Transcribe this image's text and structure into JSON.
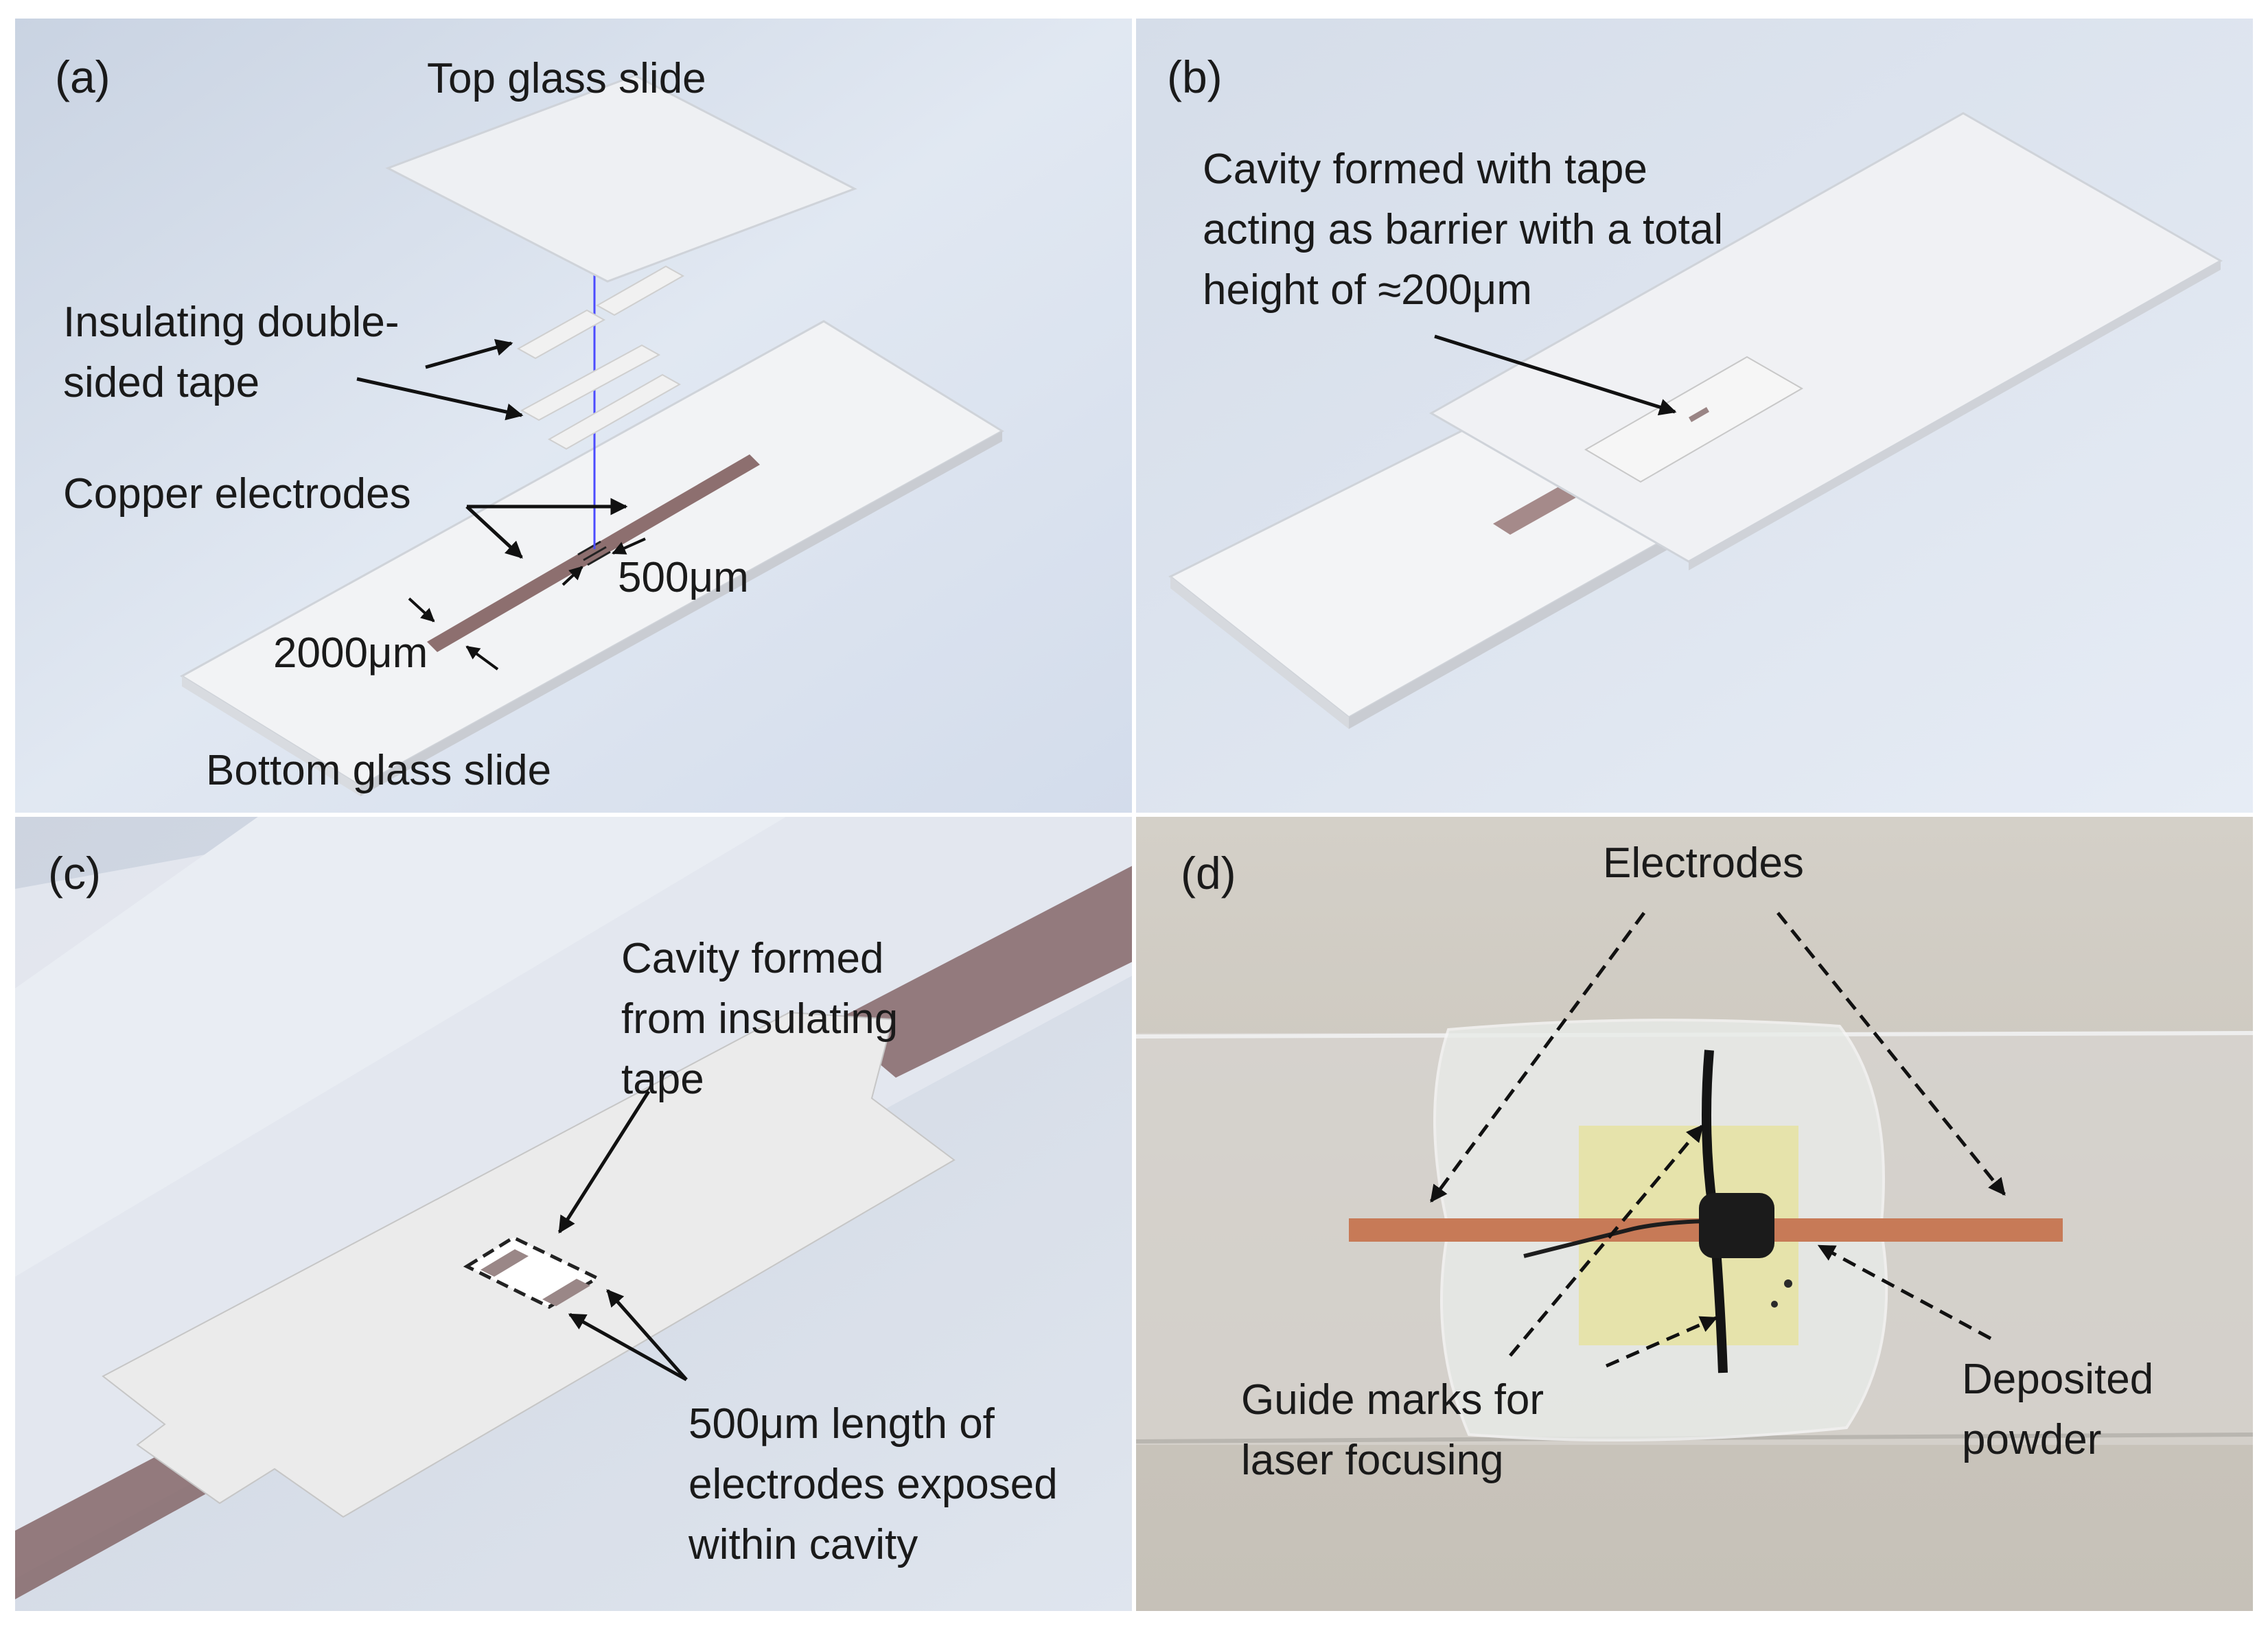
{
  "figure": {
    "colors": {
      "background_gradient_a": "#cfd8e6",
      "background_gradient_b": "#e6ecf5",
      "glass": "#f4f4f4",
      "glass_edge": "#c9ccd2",
      "tape": "#ececec",
      "copper_render": "#8d6f6f",
      "copper_photo": "#c77a57",
      "axis_line": "#3d3dff",
      "powder": "#1b1b1b",
      "kapton_tape": "#e6e2a4",
      "photo_background": "#cfcac1"
    },
    "panels": {
      "a": {
        "id": "(a)",
        "top_slide": "Top glass slide",
        "tape_line1": "Insulating double-",
        "tape_line2": "sided tape",
        "electrodes": "Copper electrodes",
        "gap": "500μm",
        "width": "2000μm",
        "bottom_slide": "Bottom glass slide"
      },
      "b": {
        "id": "(b)",
        "line1": "Cavity formed with tape",
        "line2": "acting as barrier with a total",
        "line3": "height of ≈200μm"
      },
      "c": {
        "id": "(c)",
        "cavity_line1": "Cavity formed",
        "cavity_line2": "from insulating",
        "cavity_line3": "tape",
        "exposed_line1": "500μm length of",
        "exposed_line2": "electrodes exposed",
        "exposed_line3": "within cavity"
      },
      "d": {
        "id": "(d)",
        "electrodes": "Electrodes",
        "guide_line1": "Guide marks for",
        "guide_line2": "laser focusing",
        "powder_line1": "Deposited",
        "powder_line2": "powder"
      }
    }
  }
}
